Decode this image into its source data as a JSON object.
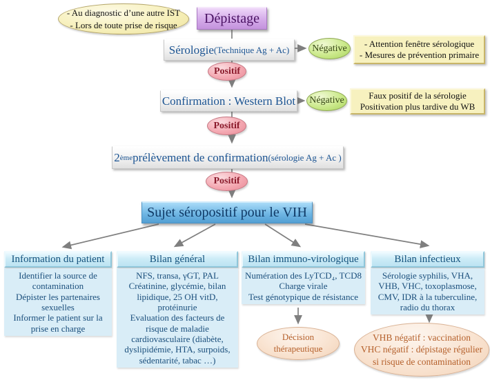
{
  "colors": {
    "purple_box": "#d4abe9",
    "blue_box": "#6fb6e4",
    "light_blue_panel": "#d9edf7",
    "yellow_note": "#f7f1bf",
    "green_negative": "#cbe98b",
    "pink_positive": "#f4a9b2",
    "peach_outcome": "#f9e4d2",
    "text_blue": "#1c5492",
    "text_dark_red": "#8b1a2b",
    "text_dark_green": "#374715",
    "text_orange": "#b5602b",
    "arrow_gray": "#7f7f7f"
  },
  "top": {
    "note": "- Au diagnostic  d’une autre IST\n- Lors de toute prise de risque",
    "title": "Dépistage"
  },
  "steps": {
    "serologie": {
      "main": "Sérologie ",
      "detail": "(Technique Ag + Ac)"
    },
    "negative1": "Négative",
    "note1": "- Attention  fenêtre  sérologique\n- Mesures  de prévention  primaire",
    "positif1": "Positif",
    "confirmation": "Confirmation : Western  Blot",
    "negative2": "Négative",
    "note2": "Faux  positif  de la  sérologie\nPositivation  plus  tardive  du WB",
    "positif2": "Positif",
    "prelevement": {
      "num": "2",
      "sup": "ème",
      "main": " prélèvement  de confirmation  ",
      "detail": "(sérologie Ag + Ac )"
    },
    "positif3": "Positif",
    "seropositif": "Sujet séropositif pour le VIH"
  },
  "columns": [
    {
      "header": "Information  du patient",
      "body": "Identifier  la  source  de\ncontamination\nDépister  les  partenaires\nsexuelles\nInformer  le patient  sur  la\nprise  en charge"
    },
    {
      "header": "Bilan général",
      "body": "NFS,  transa,  γGT,  PAL\nCréatinine,  glycémie,  bilan\nlipidique,  25 OH vitD,\nprotéinurie\nEvaluation  des facteurs  de\nrisque  de maladie\ncardiovasculaire  (diabète,\ndyslipidémie,  HTA,  surpoids,\nsédentarité,  tabac  …)"
    },
    {
      "header": "Bilan immuno-virologique",
      "body": "Numération  des LyTCD₄, TCD8\nCharge  virale\nTest génotypique  de résistance"
    },
    {
      "header": "Bilan infectieux",
      "body": "Sérologie  syphilis,  VHA,\nVHB,  VHC,  toxoplasmose,\nCMV,  IDR à la tuberculine,\nradio  du thorax"
    }
  ],
  "outcomes": {
    "decision": "Décision\nthérapeutique",
    "hepatitis": "VHB négatif : vaccination\nVHC négatif : dépistage régulier\nsi risque de contamination"
  }
}
